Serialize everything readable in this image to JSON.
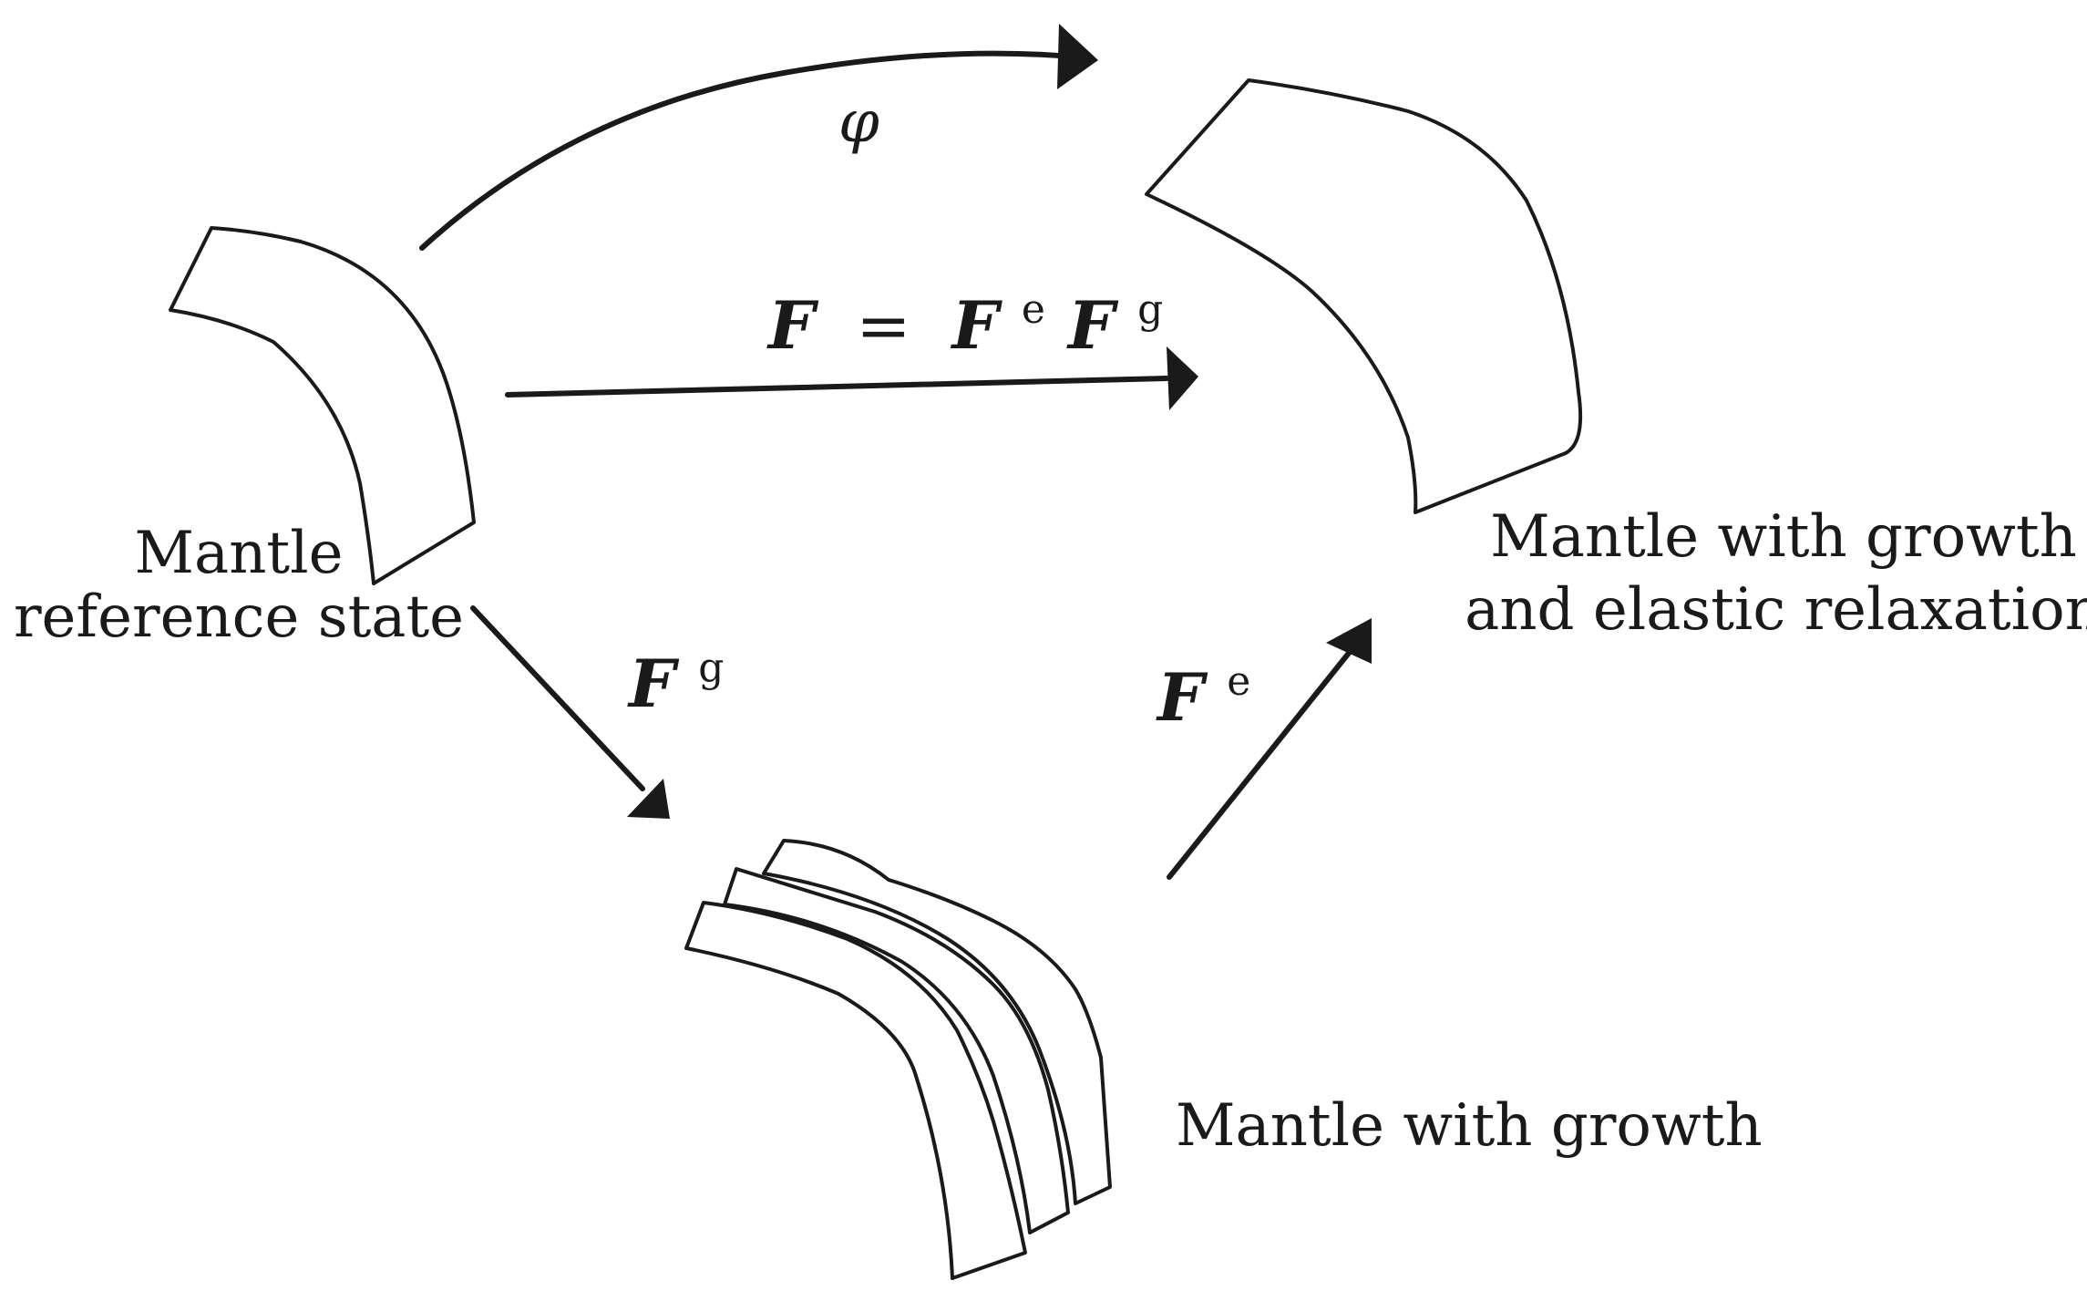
{
  "labels": {
    "reference_line1": "Mantle",
    "reference_line2": "reference state",
    "growth": "Mantle with growth",
    "relaxed_line1": "Mantle with growth",
    "relaxed_line2": "and elastic relaxation"
  },
  "arrows": {
    "phi": "φ",
    "total": {
      "F1": "F",
      "equals": "=",
      "F2": "F",
      "sup_e": "e",
      "F3": "F",
      "sup_g": "g"
    },
    "growth": {
      "F": "F",
      "sup": "g"
    },
    "elastic": {
      "F": "F",
      "sup": "e"
    }
  },
  "colors": {
    "ink": "#1a1a1a",
    "background": "#ffffff"
  }
}
